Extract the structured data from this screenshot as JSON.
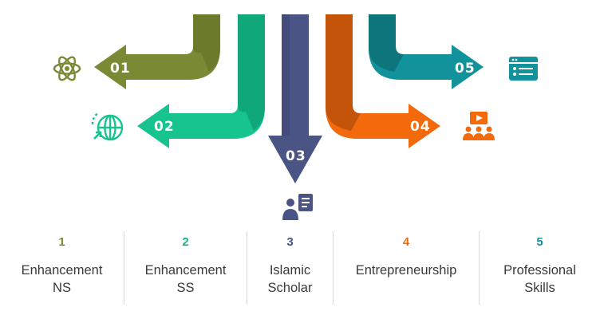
{
  "steps": [
    {
      "num": "01",
      "index": "1",
      "label_line1": "Enhancement",
      "label_line2": "NS",
      "color": "#7a8a34",
      "color_dark": "#5f6e24",
      "icon": "atom-icon"
    },
    {
      "num": "02",
      "index": "2",
      "label_line1": "Enhancement",
      "label_line2": "SS",
      "color": "#17c38f",
      "color_dark": "#0e9d70",
      "icon": "globe-arrow-icon"
    },
    {
      "num": "03",
      "index": "3",
      "label_line1": "Islamic",
      "label_line2": "Scholar",
      "color": "#4b5585",
      "color_dark": "#3a4370",
      "icon": "presenter-icon"
    },
    {
      "num": "04",
      "index": "4",
      "label_line1": "Entrepreneurship",
      "label_line2": "",
      "color": "#f26a0c",
      "color_dark": "#b84f0a",
      "icon": "group-video-icon"
    },
    {
      "num": "05",
      "index": "5",
      "label_line1": "Professional",
      "label_line2": "Skills",
      "color": "#12939b",
      "color_dark": "#0c6f76",
      "icon": "browser-window-icon"
    }
  ]
}
